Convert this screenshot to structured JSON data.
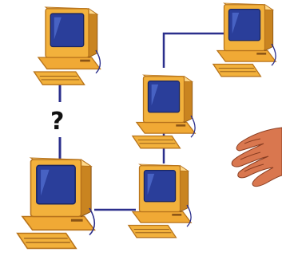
{
  "diagram": {
    "computers": [
      {
        "id": "top-left"
      },
      {
        "id": "top-right"
      },
      {
        "id": "middle-right"
      },
      {
        "id": "bottom-left"
      },
      {
        "id": "bottom-middle"
      }
    ],
    "links": [
      {
        "from": "top-left",
        "to": "bottom-left",
        "status": "unknown"
      },
      {
        "from": "top-right",
        "to": "middle-right",
        "status": "connected"
      },
      {
        "from": "middle-right",
        "to": "bottom-middle",
        "status": "connected"
      },
      {
        "from": "bottom-left",
        "to": "bottom-middle",
        "status": "connected"
      }
    ],
    "unknown_link_label": "?",
    "extra_elements": [
      {
        "icon": "hand-icon"
      }
    ],
    "colors": {
      "case": "#f2b13c",
      "case_dark": "#b8741c",
      "case_light": "#ffd98a",
      "screen": "#2a3e9a",
      "screen_glare": "#5b7be0",
      "cable": "#2b2f8c",
      "hand": "#d9774f"
    }
  }
}
